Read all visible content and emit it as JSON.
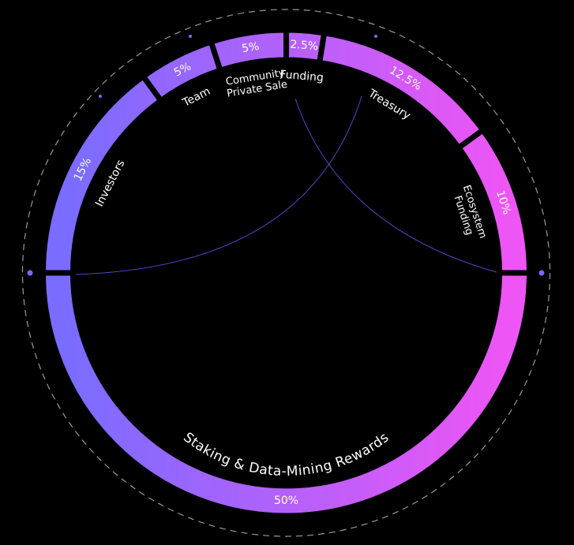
{
  "chart_data": {
    "type": "pie",
    "style": "donut",
    "slices": [
      {
        "label": "Staking & Data-Mining Rewards",
        "value": 50,
        "value_label": "50%"
      },
      {
        "label": "Investors",
        "value": 15,
        "value_label": "15%"
      },
      {
        "label": "Team",
        "value": 5,
        "value_label": "5%"
      },
      {
        "label": "Community Private Sale",
        "value": 5,
        "value_label": "5%"
      },
      {
        "label": "Funding",
        "value": 2.5,
        "value_label": "2.5%"
      },
      {
        "label": "Treasury",
        "value": 12.5,
        "value_label": "12.5%"
      },
      {
        "label": "Ecosystem Funding",
        "value": 10,
        "value_label": "10%"
      }
    ],
    "colors": {
      "gradient_start": "#7a6cff",
      "gradient_end": "#ee55f5",
      "background": "#000000",
      "divider": "#000000",
      "connector": "#5a4ee0",
      "dashed_ring": "#9a9a9a",
      "dot": "#7b68ff"
    }
  }
}
